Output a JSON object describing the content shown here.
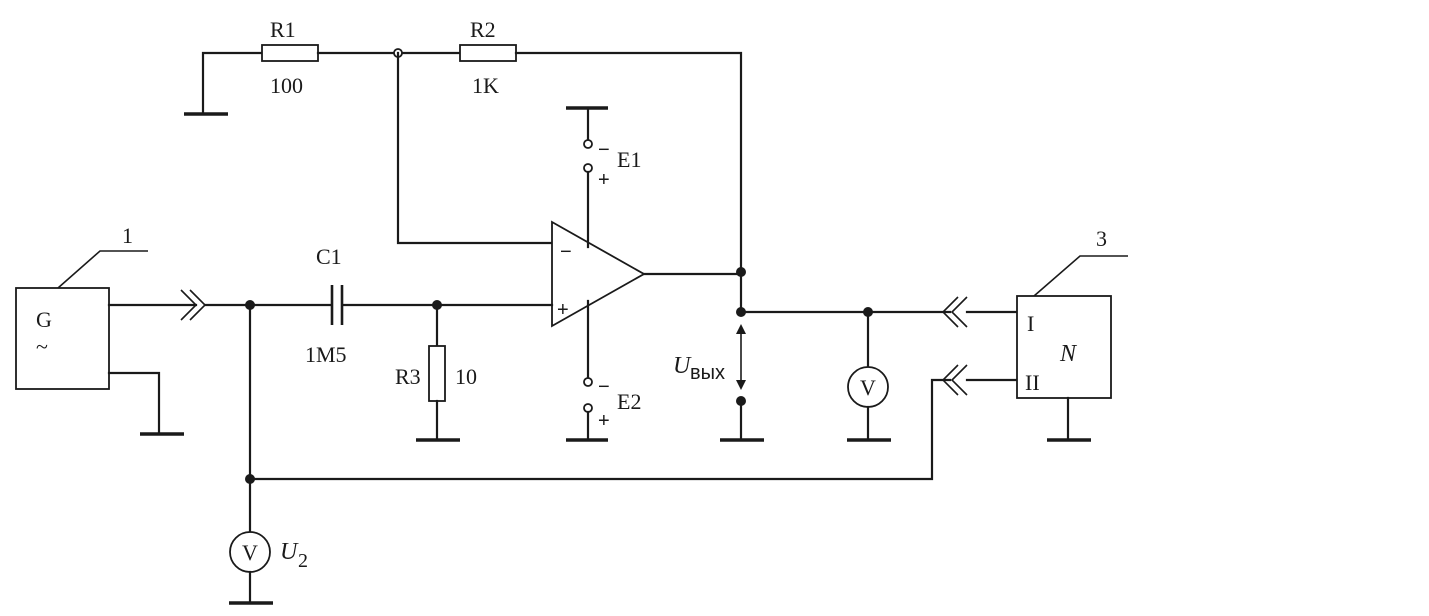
{
  "labels": {
    "generator_ref": "1",
    "generator_symbol": "G",
    "generator_tilde": "~",
    "r1_name": "R1",
    "r1_value": "100",
    "r2_name": "R2",
    "r2_value": "1K",
    "c1_name": "C1",
    "c1_value": "1M5",
    "r3_name": "R3",
    "r3_value": "10",
    "opamp_minus": "−",
    "opamp_plus": "+",
    "e1_name": "E1",
    "e1_minus": "−",
    "e1_plus": "+",
    "e2_name": "E2",
    "e2_minus": "−",
    "e2_plus": "+",
    "uout_symbol": "U",
    "uout_subscript": "вых",
    "voltmeter_symbol": "V",
    "u2_symbol": "U",
    "u2_subscript": "2",
    "analyzer_ref": "3",
    "analyzer_symbol": "N",
    "analyzer_input_1": "I",
    "analyzer_input_2": "II"
  }
}
